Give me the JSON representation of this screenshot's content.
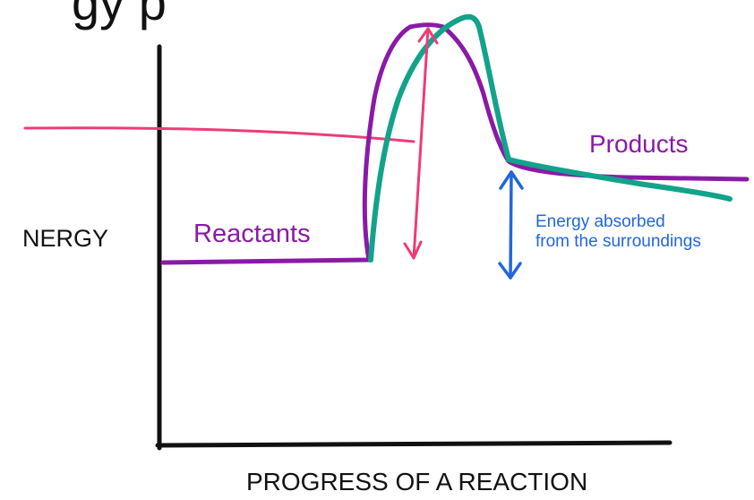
{
  "diagram": {
    "title_fragment": "gy p",
    "axis": {
      "y_label": "NERGY",
      "x_label": "PROGRESS OF A REACTION"
    },
    "labels": {
      "reactants": "Reactants",
      "products": "Products",
      "energy_note_line1": "Energy absorbed",
      "energy_note_line2": "from the surroundings"
    },
    "colors": {
      "axis": "#111111",
      "reactant_path": "#8a1aa6",
      "catalyzed_path": "#12a38a",
      "activation_arrow": "#ee3b7a",
      "energy_arrow": "#2266dd"
    }
  }
}
